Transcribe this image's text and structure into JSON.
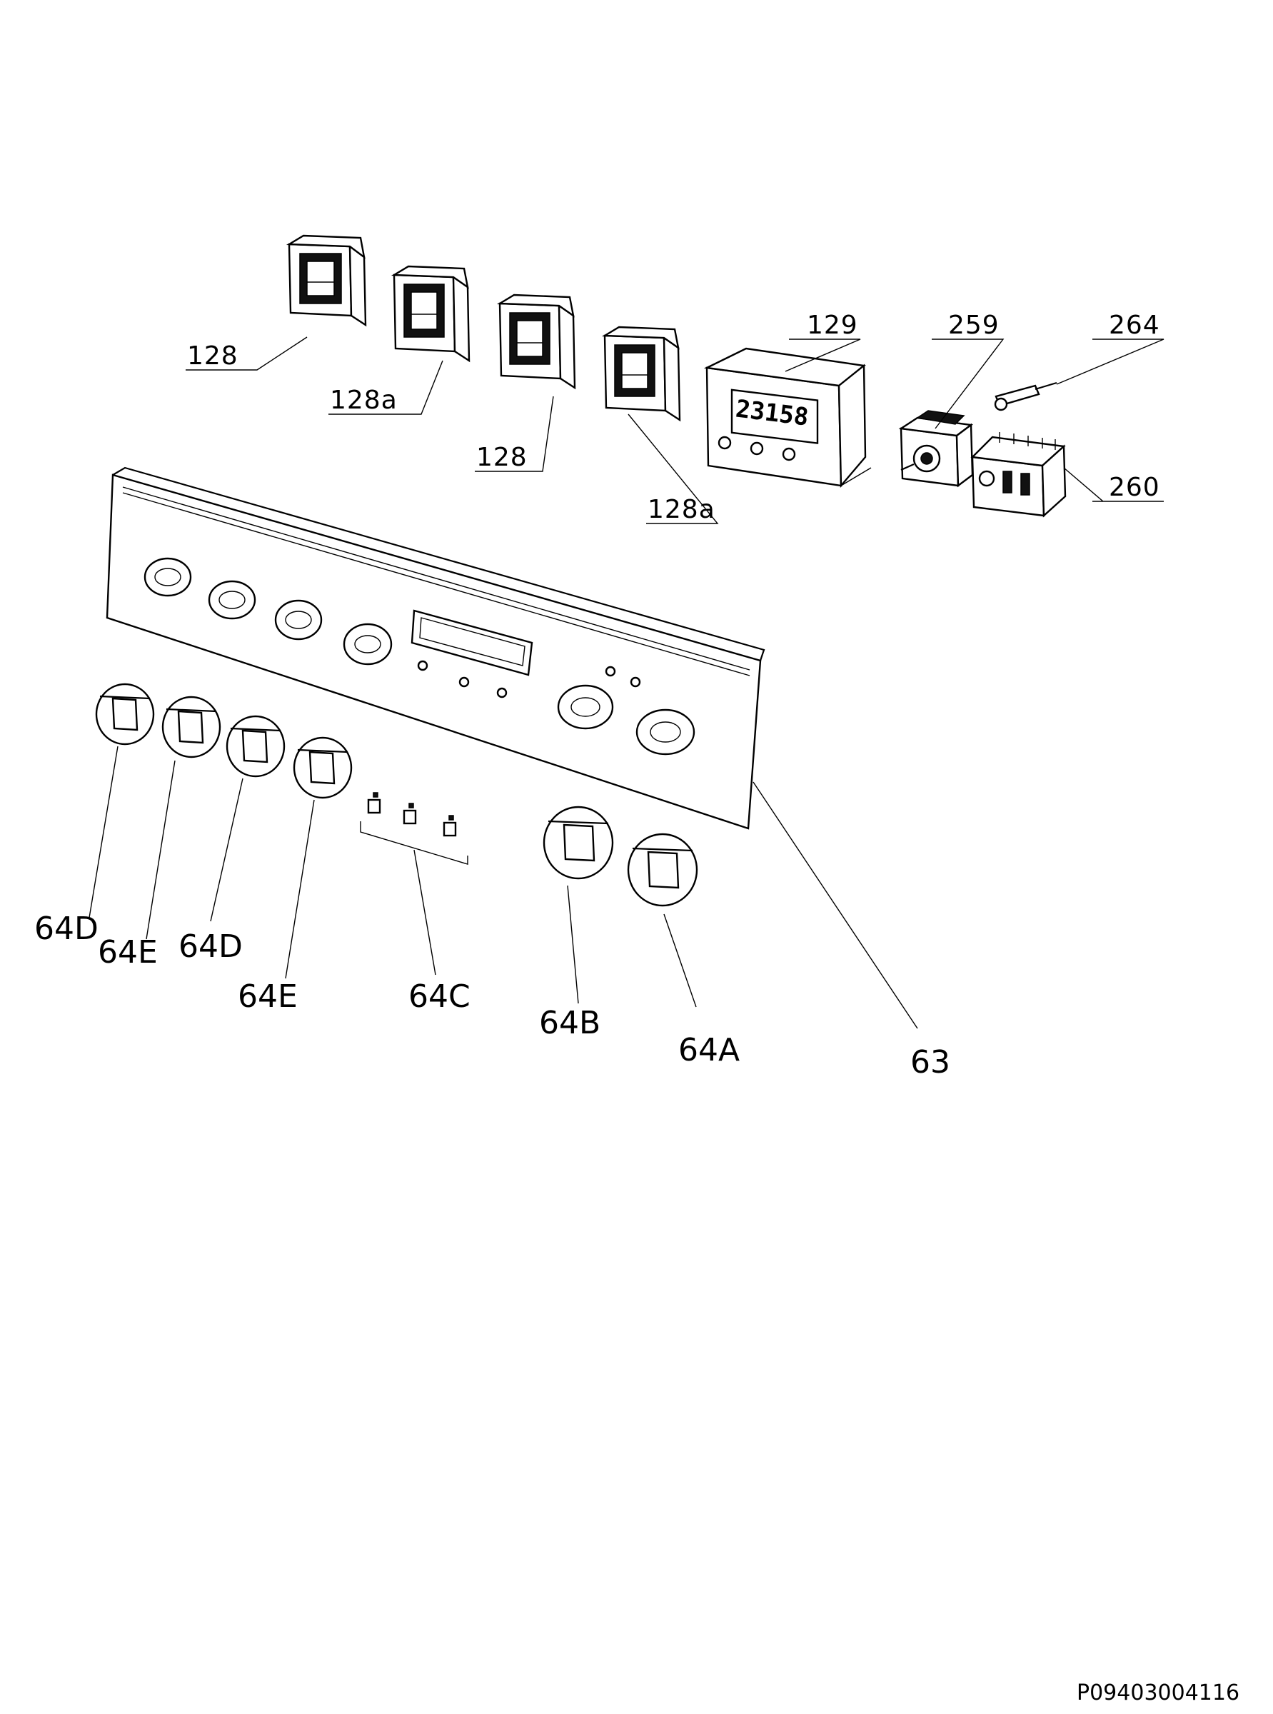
{
  "diagram": {
    "callouts": {
      "p128_1": "128",
      "p128a_1": "128a",
      "p128_2": "128",
      "p128a_2": "128a",
      "p129": "129",
      "p259": "259",
      "p264": "264",
      "p260": "260",
      "p63": "63",
      "p64D_1": "64D",
      "p64E_1": "64E",
      "p64D_2": "64D",
      "p64E_2": "64E",
      "p64C": "64C",
      "p64B": "64B",
      "p64A": "64A"
    },
    "timer_display": "23158",
    "document_id": "P09403004116"
  }
}
